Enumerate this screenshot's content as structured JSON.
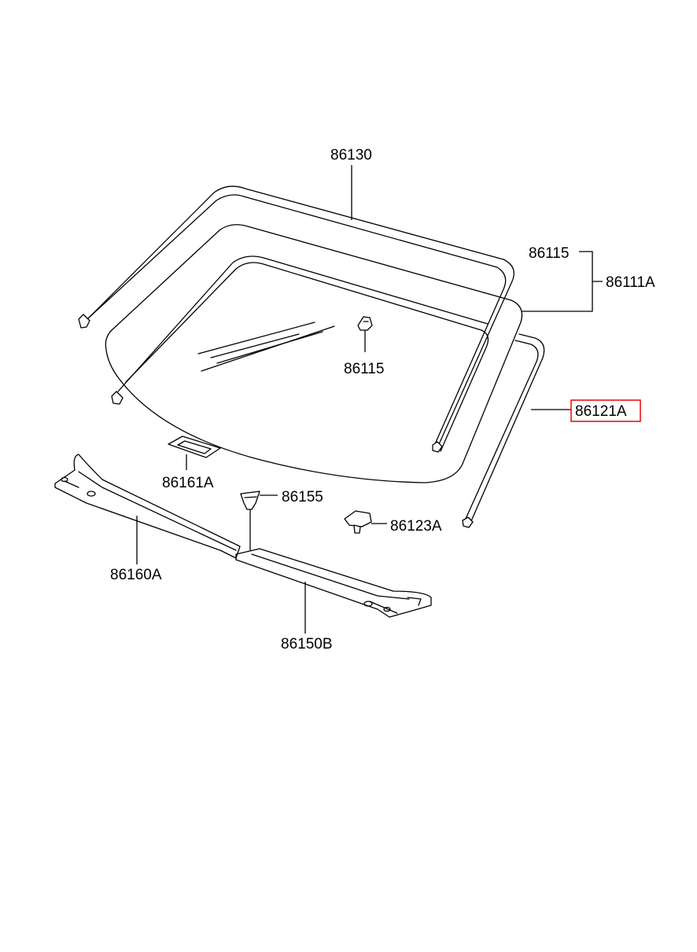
{
  "labels": {
    "p86130": "86130",
    "p86115_top": "86115",
    "p86111A": "86111A",
    "p86115_clip": "86115",
    "p86121A": "86121A",
    "p86161A": "86161A",
    "p86155": "86155",
    "p86123A": "86123A",
    "p86160A": "86160A",
    "p86150B": "86150B"
  },
  "highlight": {
    "part": "86121A",
    "color": "#e8141c"
  }
}
